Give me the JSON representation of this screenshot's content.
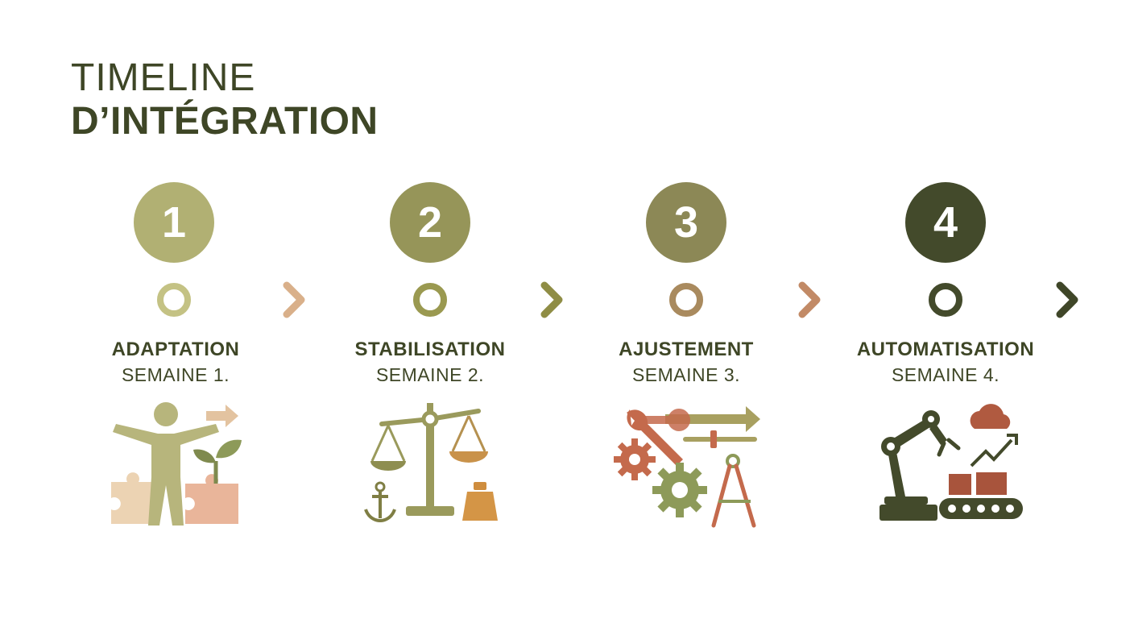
{
  "header": {
    "title_line1": "TIMELINE",
    "title_line2": "D’INTÉGRATION"
  },
  "steps": [
    {
      "number": "1",
      "title": "ADAPTATION",
      "week": "SEMAINE 1.",
      "color": "#b1b073",
      "icon": "person-arms-out-with-puzzle-and-sprout-icon"
    },
    {
      "number": "2",
      "title": "STABILISATION",
      "week": "SEMAINE 2.",
      "color": "#969559",
      "icon": "balance-scale-with-anchor-and-weight-icon"
    },
    {
      "number": "3",
      "title": "AJUSTEMENT",
      "week": "SEMAINE 3.",
      "color": "#8c8856",
      "icon": "wrenches-gears-and-compass-icon"
    },
    {
      "number": "4",
      "title": "AUTOMATISATION",
      "week": "SEMAINE 4.",
      "color": "#434a2b",
      "icon": "robot-arm-conveyor-and-cloud-icon"
    }
  ],
  "palette": {
    "text": "#3e4626",
    "olive_light": "#b1b073",
    "olive_mid": "#969559",
    "terracotta": "#c46a4c",
    "olive_dark": "#434a2b",
    "peach": "#e8b89c",
    "orange": "#d08f46"
  }
}
